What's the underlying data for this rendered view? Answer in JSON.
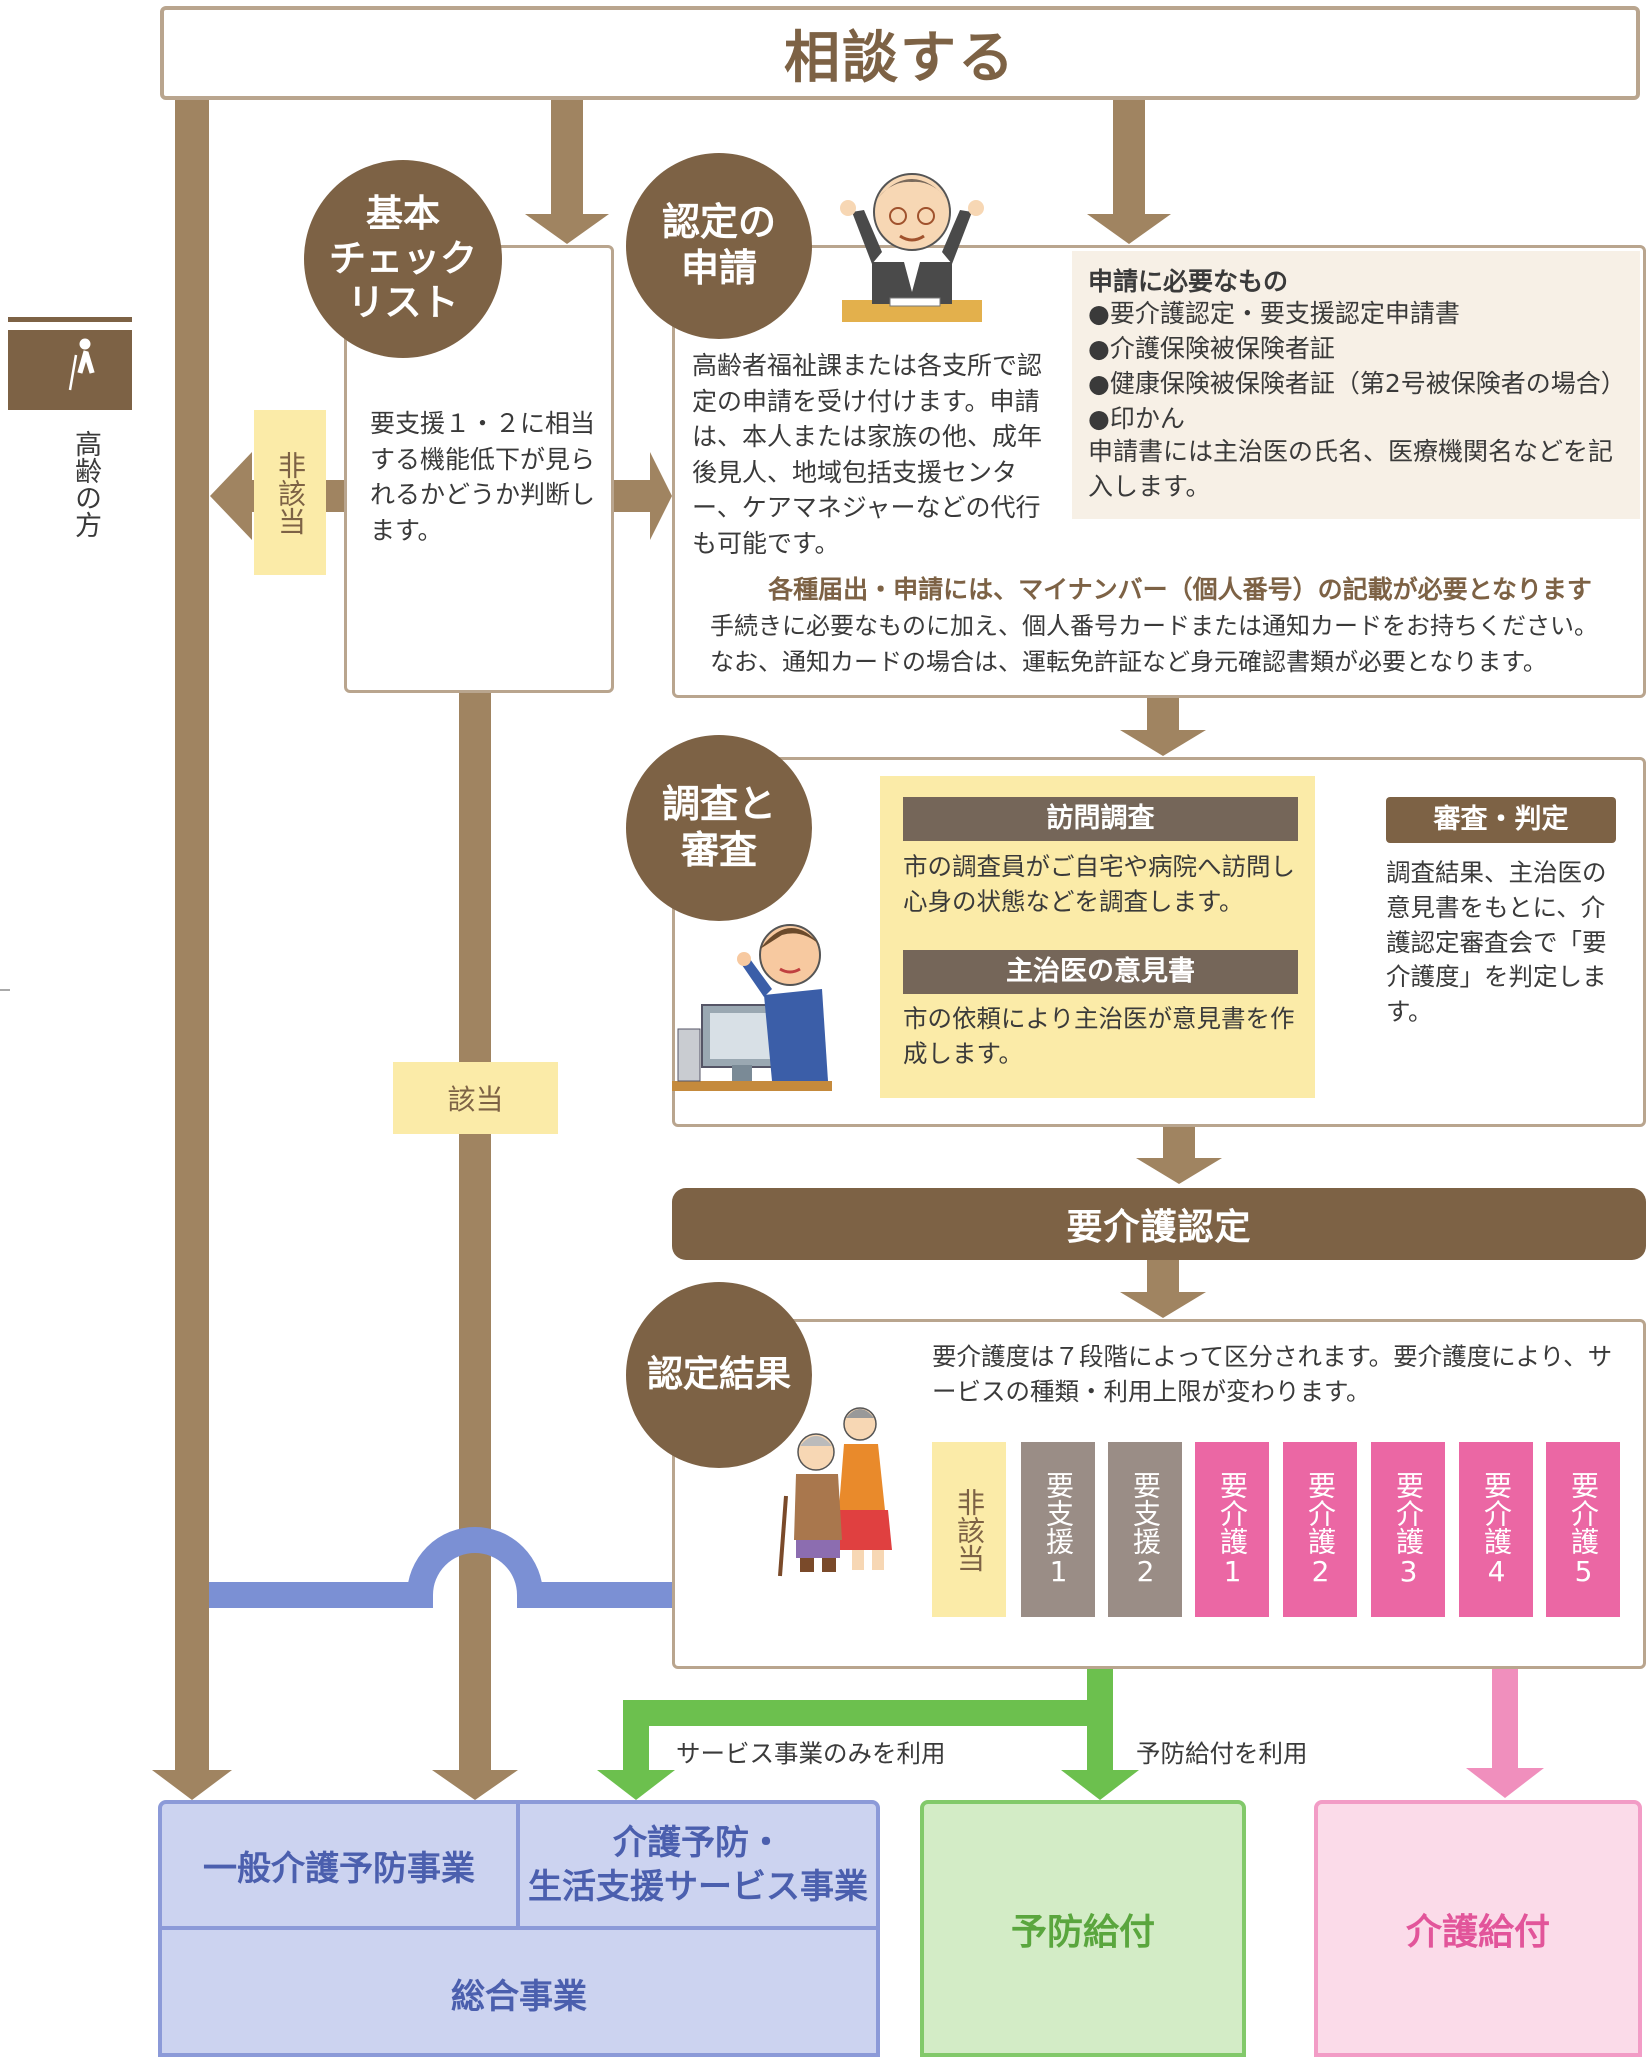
{
  "side_label": {
    "text": "高齢の方"
  },
  "consult": {
    "title": "相談する"
  },
  "checklist": {
    "circle_label": "基本\nチェック\nリスト",
    "body": "要支援１・２に相当する機能低下が見られるかどうか判断します。",
    "not_applicable": "非該当",
    "applicable": "該当"
  },
  "application": {
    "circle_label": "認定の\n申請",
    "body": "高齢者福祉課または各支所で認定の申請を受け付けます。申請は、本人または家族の他、成年後見人、地域包括支援センター、ケアマネジャーなどの代行も可能です。",
    "needs_title": "申請に必要なもの",
    "needs_items": [
      "●要介護認定・要支援認定申請書",
      "●介護保険被保険者証",
      "●健康保険被保険者証（第2号被保険者の場合）",
      "●印かん"
    ],
    "needs_note": "申請書には主治医の氏名、医療機関名などを記入します。",
    "mynumber_title": "各種届出・申請には、マイナンバー（個人番号）の記載が必要となります",
    "mynumber_line1": "手続きに必要なものに加え、個人番号カードまたは通知カードをお持ちください。",
    "mynumber_line2": "なお、通知カードの場合は、運転免許証など身元確認書類が必要となります。"
  },
  "survey": {
    "circle_label": "調査と\n審査",
    "visit_title": "訪問調査",
    "visit_body": "市の調査員がご自宅や病院へ訪問し心身の状態などを調査します。",
    "opinion_title": "主治医の意見書",
    "opinion_body": "市の依頼により主治医が意見書を作成します。",
    "judge_title": "審査・判定",
    "judge_body": "調査結果、主治医の意見書をもとに、介護認定審査会で「要介護度」を判定します。"
  },
  "certification": {
    "title": "要介護認定"
  },
  "result": {
    "circle_label": "認定結果",
    "body": "要介護度は７段階によって区分されます。要介護度により、サービスの種類・利用上限が変わります。",
    "levels": [
      "非該当",
      "要支援1",
      "要支援2",
      "要介護1",
      "要介護2",
      "要介護3",
      "要介護4",
      "要介護5"
    ]
  },
  "routes": {
    "service_only": "サービス事業のみを利用",
    "prevention_use": "予防給付を利用"
  },
  "outcomes": {
    "general": "一般介護予防事業",
    "life_support": "介護予防・\n生活支援サービス事業",
    "comprehensive": "総合事業",
    "prevention_benefit": "予防給付",
    "care_benefit": "介護給付"
  },
  "colors": {
    "brown": "#7d6245",
    "arrow_brown": "#a08461",
    "yellow": "#fbeba8",
    "pink": "#eb67a4",
    "gray": "#9a8d86",
    "green": "#6cc04e",
    "blue": "#7b90d4"
  }
}
